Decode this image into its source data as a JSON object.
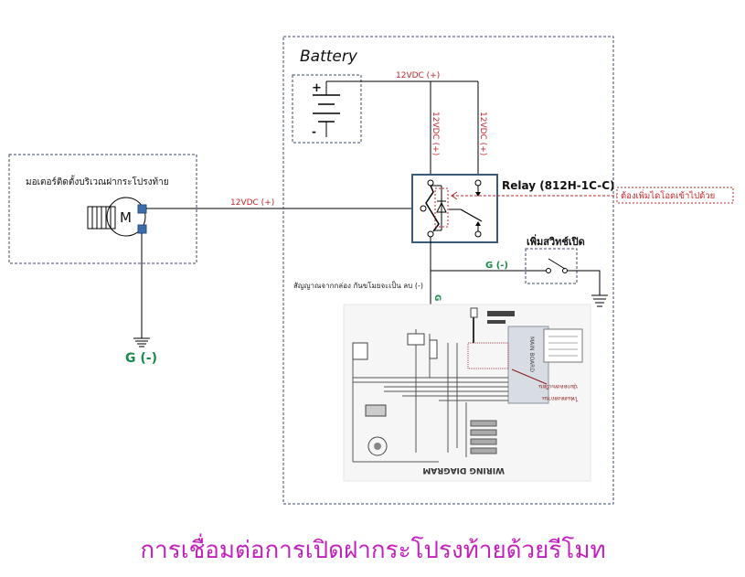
{
  "diagram": {
    "title": "การเชื่อมต่อการเปิดฝากระโปรงท้ายด้วยรีโมท",
    "motor_box": {
      "label": "มอเตอร์ติดตั้งบริเวณฝากระโปรงท้าย",
      "motor_symbol": "M"
    },
    "battery_box": {
      "label": "Battery",
      "plus_symbol": "+",
      "minus_symbol": "-"
    },
    "wire_labels": {
      "battery_top": "12VDC (+)",
      "vertical_left": "12VDC (+)",
      "vertical_right": "12VDC (+)",
      "motor_feed": "12VDC (+)",
      "switch_ground": "G (-)",
      "vertical_ground": "G (-)",
      "motor_ground": "G (-)"
    },
    "relay": {
      "label": "Relay (812H-1C-C)"
    },
    "diode_note": "ต้องเพิ่มไดโอดเข้าไปด้วย",
    "switch": {
      "label": "เพิ่มสวิทช์เปิด"
    },
    "signal_note": "สัญญาณจากกล่อง กันขโมยจะเป็น ลบ (-)",
    "wiring_diagram": {
      "caption": "WIRING DIAGRAM",
      "main_board": "MAIN BOARD",
      "side_note_1": "ปุ่มกดลงทะเบียน",
      "side_note_2": "ไฟแสดงสถานะ"
    },
    "colors": {
      "wire": "#000000",
      "voltage_label": "#c0262b",
      "ground_label": "#1a8a4a",
      "dashed_box": "#3a4a6a",
      "relay_box": "#3a5a7a",
      "diode_note": "#c0262b",
      "title": "#c41fbf",
      "terminal": "#3b6ea8"
    }
  }
}
